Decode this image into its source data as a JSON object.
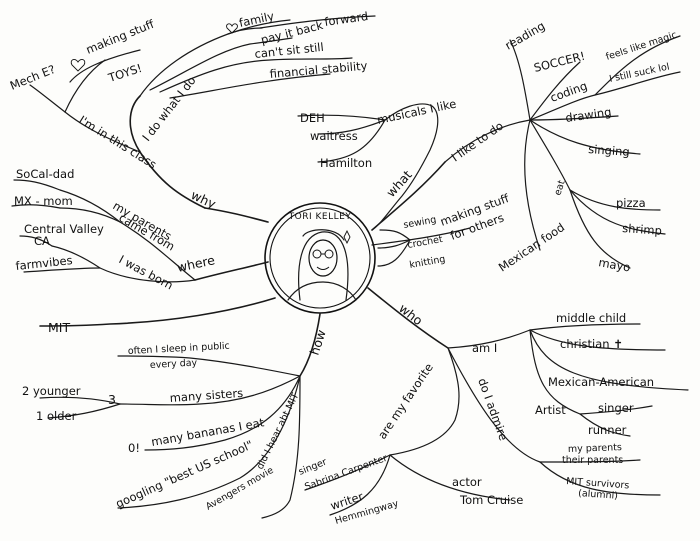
{
  "center": {
    "name": "TORI KELLEY"
  },
  "branches": {
    "why": {
      "label": "why",
      "i_do_what_i_do": "I do what I do",
      "family": "family",
      "pay_it_back": "pay it back",
      "forward": "forward",
      "cant_sit_still": "can't sit still",
      "financial_stability": "financial stability",
      "in_this_class": "I'm in this class",
      "making_stuff": "making stuff",
      "toys": "TOYS!",
      "mech_e": "Mech E?"
    },
    "where": {
      "label": "where",
      "my_parents_came_from": [
        "my parents",
        "came from"
      ],
      "socal_dad": "SoCal-dad",
      "mx_mom": "MX - mom",
      "i_was_born": "I was born",
      "central_valley": [
        "Central Valley",
        "CA"
      ],
      "farm_vibes": "farmvibes",
      "mit": "MIT"
    },
    "how": {
      "label": "how",
      "sleep_in_public": [
        "often I sleep in public",
        "every day"
      ],
      "many_sisters": "many sisters",
      "three": "3",
      "two_younger": "2 younger",
      "one_older": "1 older",
      "many_bananas": "many bananas I eat",
      "zero": "0!",
      "googling": "googling \"best US school\"",
      "avengers": "Avengers movie",
      "did_i_hear_mit": "did I hear abt MIT"
    },
    "what": {
      "label": "what",
      "musicals": "musicals I like",
      "deh": "DEH",
      "waitress": "waitress",
      "hamilton": "Hamilton",
      "i_like_to_do": "I like to do",
      "reading": "reading",
      "soccer": "SOCCER!",
      "coding": "coding",
      "feels_like_magic": "feels like magic",
      "still_suck": "I still suck lol",
      "drawing": "drawing",
      "singing": "singing",
      "eat": "eat",
      "pizza": "pizza",
      "shrimp": "shrimp",
      "mayo": "mayo",
      "mexican_food": "Mexican food",
      "making_stuff_for_others": [
        "making stuff",
        "for others"
      ],
      "sewing": "sewing",
      "crochet": "crochet",
      "knitting": "knitting"
    },
    "who": {
      "label": "who",
      "am_i": "am I",
      "middle_child": "middle child",
      "christian": "christian ✝",
      "mexican_american": "Mexican-American",
      "artist": "Artist",
      "singer": "singer",
      "runner": "runner",
      "do_i_admire": "do I admire",
      "my_parents": "my parents",
      "their_parents": "their parents",
      "mit_survivors": "MIT survivors",
      "alumni": "(alumni)",
      "are_my_favorite": "are my favorite",
      "singer_fav": "singer",
      "sabrina": "Sabrina Carpenter",
      "writer": "writer",
      "hemmingway": "Hemmingway",
      "actor": "actor",
      "tom_cruise": "Tom Cruise"
    }
  }
}
